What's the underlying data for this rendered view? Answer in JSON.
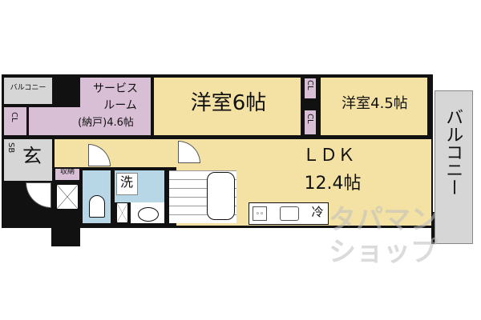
{
  "rooms": {
    "balcony_small": "バルコニー",
    "service_room": [
      "サービス",
      "ルーム",
      "(納戸)4.6帖"
    ],
    "closet": "CL",
    "shoe_box": "SB",
    "entrance": "玄",
    "storage": "収納",
    "western_room_1": "洋室6帖",
    "western_room_2": "洋室4.5帖",
    "ldk": "ＬＤＫ",
    "ldk_size": "12.4帖",
    "washroom": "洗",
    "refrigerator": "冷",
    "balcony_large": "バルコニー"
  },
  "watermark": [
    "タパマンショップ"
  ],
  "colors": {
    "western_room": "#f3e2a4",
    "service_room": "#d9bfd6",
    "wet_area": "#b7d7e6",
    "balcony": "#d6d6d6",
    "wall": "#111111"
  }
}
